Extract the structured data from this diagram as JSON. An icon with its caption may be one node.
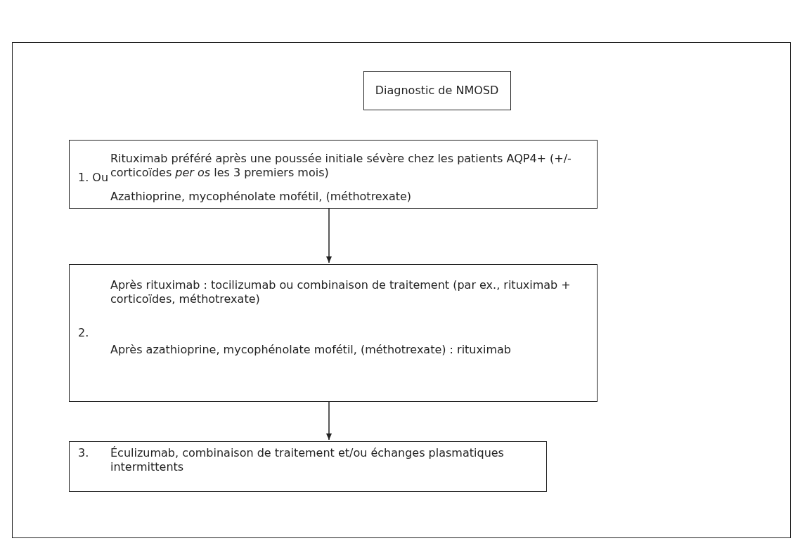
{
  "diagram": {
    "nodes": [
      {
        "text": [
          "Diagnostic de NMOSD"
        ]
      },
      {
        "text": [
          "1. Ou",
          "Rituximab préféré après une poussée initiale sévère chez les patients AQP4+ (+/- corticoïdes *per os* les 3 premiers mois)",
          "Azathioprine, mycophénolate mofétil, (méthotrexate)"
        ]
      },
      {
        "text": [
          "2.",
          "Après rituximab : tocilizumab ou combinaison de traitement (par ex., rituximab + corticoïdes, méthotrexate)",
          "Après azathioprine, mycophénolate mofétil, (méthotrexate) : rituximab"
        ]
      },
      {
        "text": [
          "3.",
          "Éculizumab, combinaison de traitement et/ou échanges plasmatiques intermittents"
        ]
      }
    ],
    "edges": [
      {
        "from": 1,
        "to": 2,
        "arrow": "to"
      },
      {
        "from": 2,
        "to": 3,
        "arrow": "to"
      }
    ]
  }
}
